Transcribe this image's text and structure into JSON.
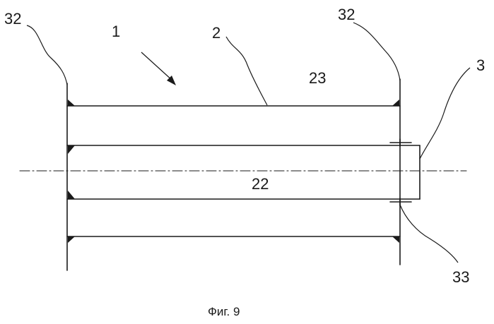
{
  "labels": {
    "l32_left": "32",
    "l1": "1",
    "l2": "2",
    "l32_right": "32",
    "l23": "23",
    "l3": "3",
    "l22": "22",
    "l33": "33"
  },
  "caption": "Фиг. 9",
  "colors": {
    "ink": "#1a1a1a"
  }
}
